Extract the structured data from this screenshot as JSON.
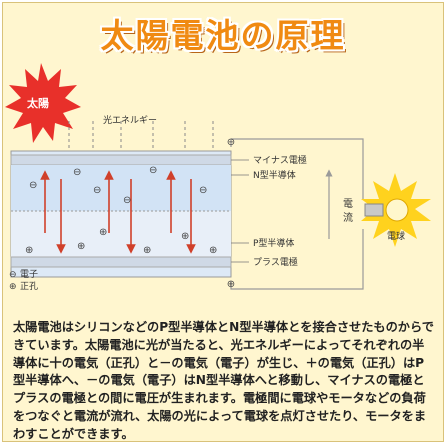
{
  "title": "太陽電池の原理",
  "labels": {
    "sun": "太陽",
    "light_energy": "光エネルギー",
    "minus_electrode": "マイナス電極",
    "n_type": "N型半導体",
    "p_type": "P型半導体",
    "plus_electrode": "プラス電極",
    "current_1": "電",
    "current_2": "流",
    "bulb": "電球"
  },
  "legend": {
    "electron": "電子",
    "hole": "正孔"
  },
  "symbols": {
    "minus": "⊖",
    "plus": "⊕"
  },
  "description": "太陽電池はシリコンなどのP型半導体とN型半導体とを接合させたものからできています。太陽電池に光が当たると、光エネルギーによってそれぞれの半導体に十の電気（正孔）と－の電気（電子）が生じ、＋の電気（正孔）はP型半導体へ、－の電気（電子）はN型半導体へと移動し、マイナスの電極とプラスの電極との間に電圧が生まれます。電極間に電球やモータなどの負荷をつなぐと電流が流れ、太陽の光によって電球を点灯させたり、モータをまわすことができます。",
  "colors": {
    "title": "#f08a12",
    "background": "#fff6cf",
    "sun_burst": "#e8302a",
    "bulb_glow": "#ffd21e",
    "n_layer": "#d7e6f6",
    "p_layer": "#e6eef8",
    "arrow": "#d0402a"
  }
}
